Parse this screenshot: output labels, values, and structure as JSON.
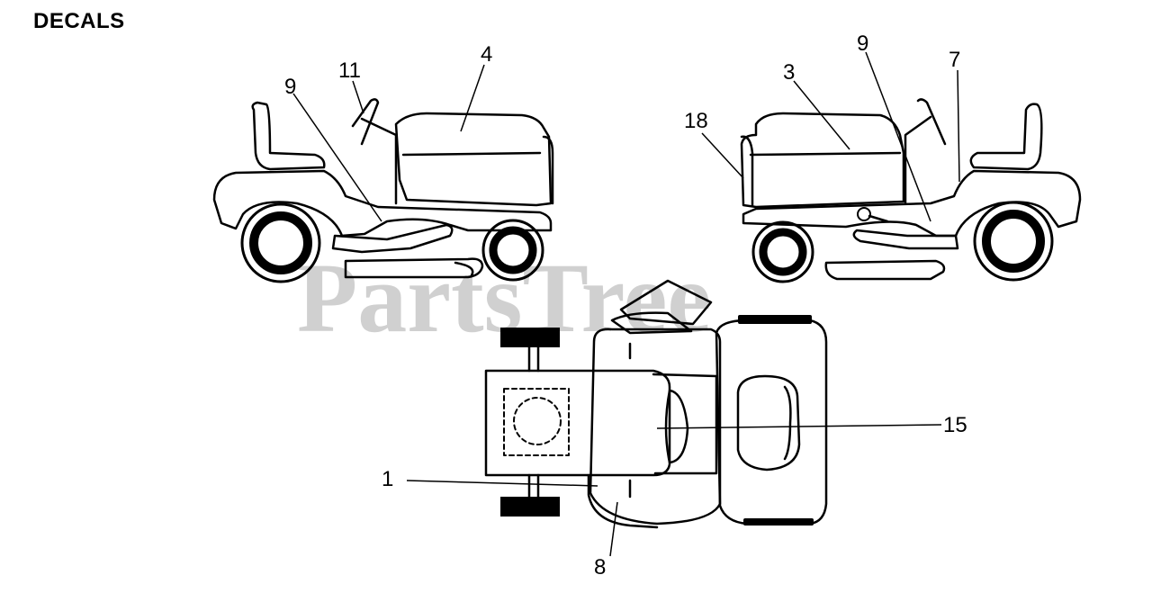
{
  "title": "DECALS",
  "watermark": "PartsTree",
  "callouts": {
    "c1": "1",
    "c3": "3",
    "c4": "4",
    "c7": "7",
    "c8": "8",
    "c9_left": "9",
    "c9_right": "9",
    "c11": "11",
    "c15": "15",
    "c18": "18"
  }
}
